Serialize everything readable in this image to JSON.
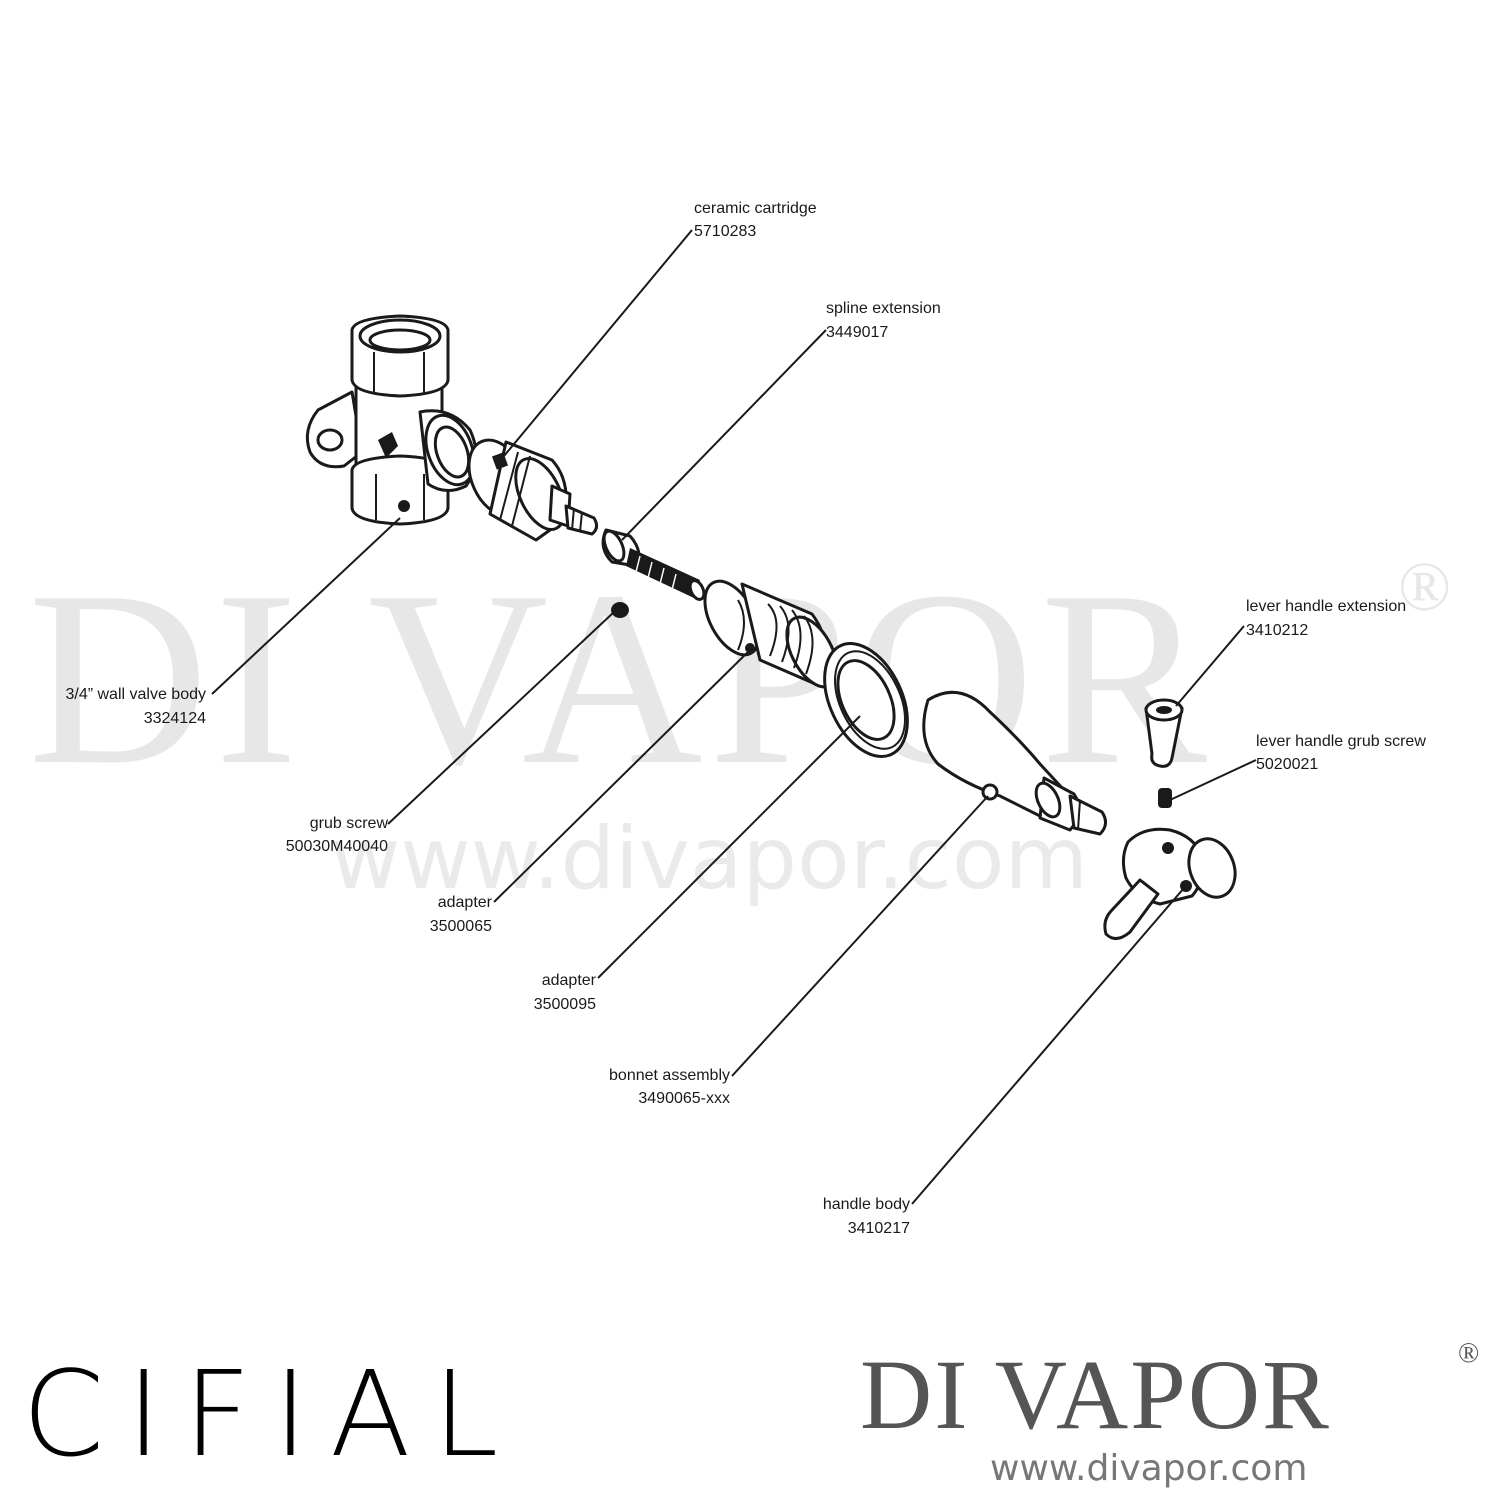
{
  "watermark": {
    "brand": "DI VAPOR",
    "registered": "®",
    "url": "www.divapor.com"
  },
  "parts": [
    {
      "id": "ceramic-cartridge",
      "name": "ceramic cartridge",
      "code": "5710283"
    },
    {
      "id": "spline-extension",
      "name": "spline extension",
      "code": "3449017"
    },
    {
      "id": "wall-valve-body",
      "name": "3/4” wall valve body",
      "code": "3324124"
    },
    {
      "id": "grub-screw",
      "name": "grub screw",
      "code": "50030M40040"
    },
    {
      "id": "adapter-1",
      "name": "adapter",
      "code": "3500065"
    },
    {
      "id": "adapter-2",
      "name": "adapter",
      "code": "3500095"
    },
    {
      "id": "bonnet-assembly",
      "name": "bonnet assembly",
      "code": "3490065-xxx"
    },
    {
      "id": "handle-body",
      "name": "handle body",
      "code": "3410217"
    },
    {
      "id": "lever-handle-extension",
      "name": "lever handle extension",
      "code": "3410212"
    },
    {
      "id": "lever-handle-grub-screw",
      "name": "lever handle grub screw",
      "code": "5020021"
    }
  ],
  "brands": {
    "manufacturer": "CIFIAL",
    "retailer": "DI VAPOR",
    "retailer_registered": "®",
    "retailer_url": "www.divapor.com"
  }
}
